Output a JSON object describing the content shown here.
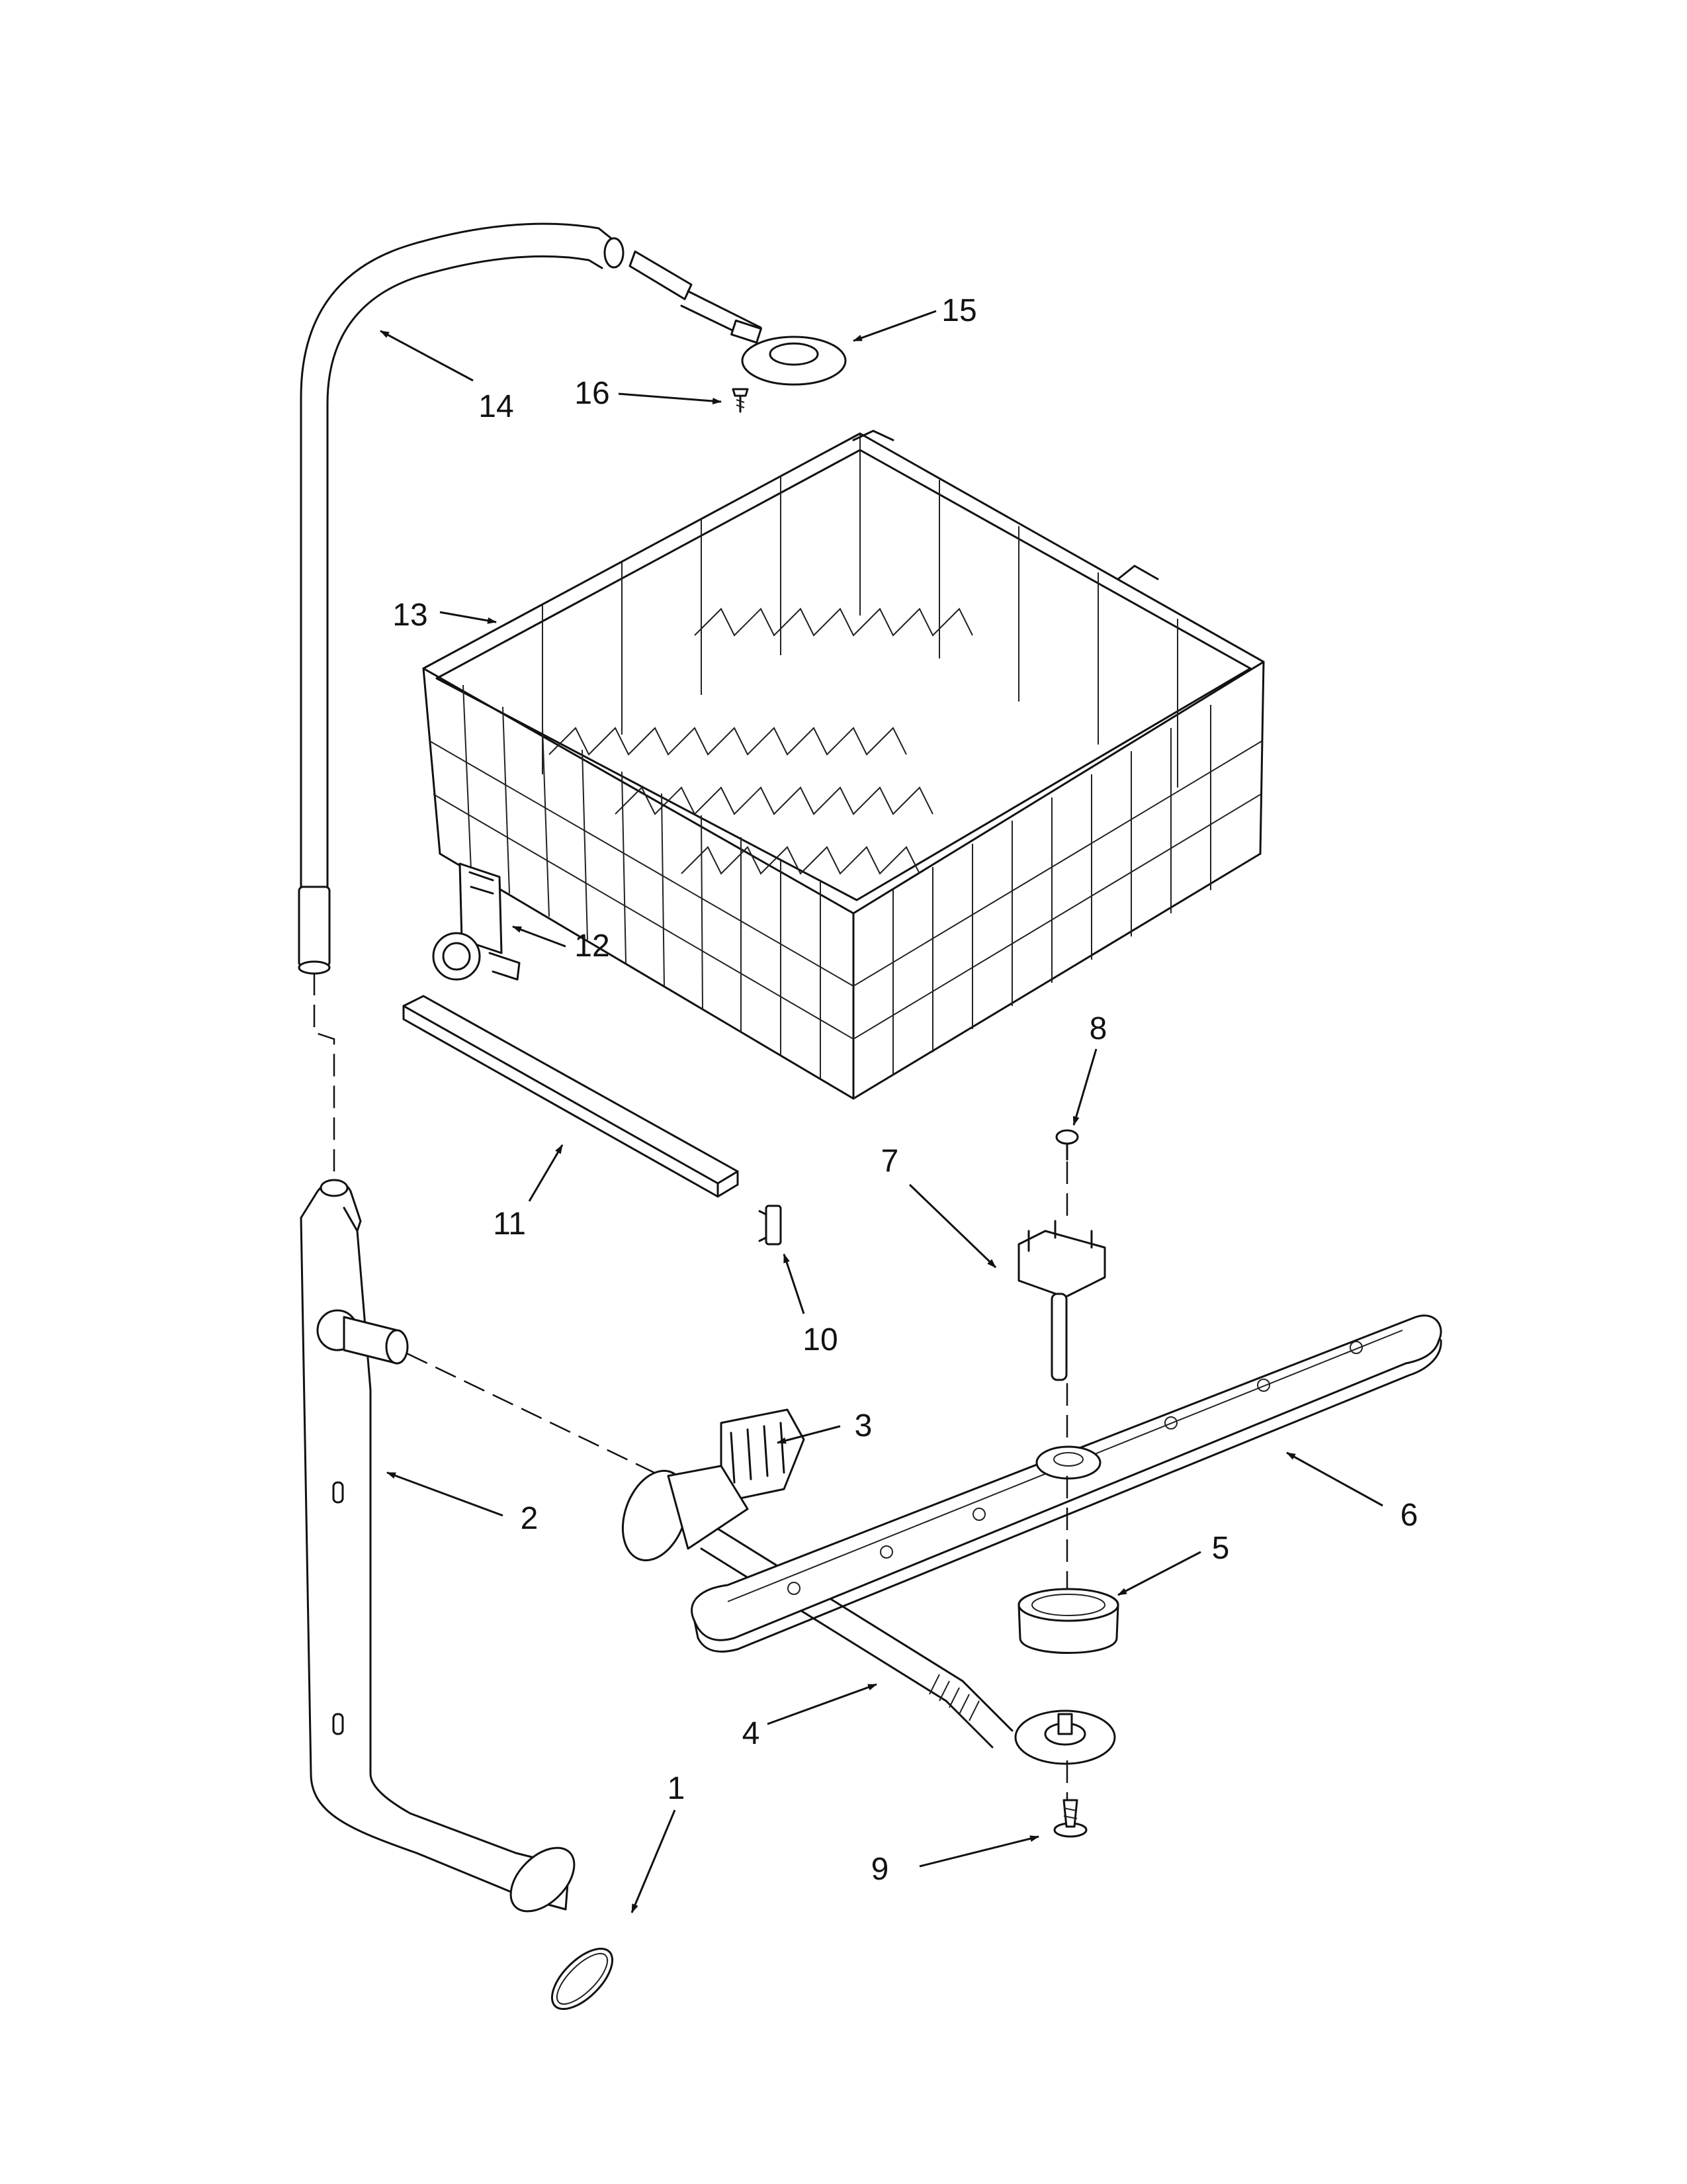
{
  "diagram": {
    "callouts": [
      {
        "id": "1",
        "text": "1"
      },
      {
        "id": "2",
        "text": "2"
      },
      {
        "id": "3",
        "text": "3"
      },
      {
        "id": "4",
        "text": "4"
      },
      {
        "id": "5",
        "text": "5"
      },
      {
        "id": "6",
        "text": "6"
      },
      {
        "id": "7",
        "text": "7"
      },
      {
        "id": "8",
        "text": "8"
      },
      {
        "id": "9",
        "text": "9"
      },
      {
        "id": "10",
        "text": "10"
      },
      {
        "id": "11",
        "text": "11"
      },
      {
        "id": "12",
        "text": "12"
      },
      {
        "id": "13",
        "text": "13"
      },
      {
        "id": "14",
        "text": "14"
      },
      {
        "id": "15",
        "text": "15"
      },
      {
        "id": "16",
        "text": "16"
      }
    ],
    "colors": {
      "line": "#111111",
      "background": "#ffffff"
    }
  }
}
